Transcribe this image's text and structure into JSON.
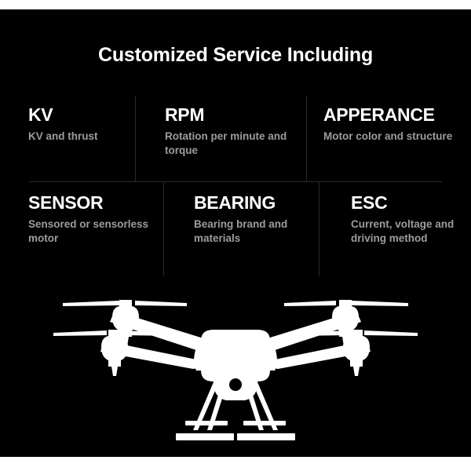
{
  "page": {
    "background_color": "#000000",
    "text_color": "#ffffff",
    "muted_text_color": "#9d9d9d",
    "divider_color": "#2b2b2b"
  },
  "header": {
    "title": "Customized Service Including"
  },
  "features": [
    {
      "title": "KV",
      "desc": "KV and thrust"
    },
    {
      "title": "RPM",
      "desc": "Rotation per minute and torque"
    },
    {
      "title": "APPERANCE",
      "desc": "Motor color and structure"
    },
    {
      "title": "SENSOR",
      "desc": "Sensored or sensorless motor"
    },
    {
      "title": "BEARING",
      "desc": "Bearing brand and materials"
    },
    {
      "title": "ESC",
      "desc": "Current, voltage and driving method"
    }
  ],
  "illustration": {
    "name": "quadcopter-drone-silhouette",
    "color": "#ffffff"
  }
}
